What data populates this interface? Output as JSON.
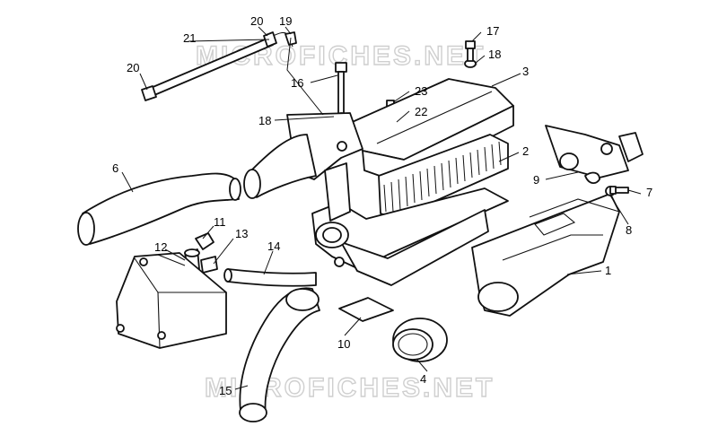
{
  "watermark": {
    "text": "MICROFICHES.NET"
  },
  "callouts": {
    "c1": "1",
    "c2": "2",
    "c3": "3",
    "c4": "4",
    "c6": "6",
    "c7": "7",
    "c8": "8",
    "c9": "9",
    "c10": "10",
    "c11": "11",
    "c12": "12",
    "c13": "13",
    "c14": "14",
    "c15": "15",
    "c16": "16",
    "c17": "17",
    "c18a": "18",
    "c18b": "18",
    "c19": "19",
    "c20a": "20",
    "c20b": "20",
    "c21": "21",
    "c22": "22",
    "c23": "23"
  },
  "colors": {
    "line": "#111111",
    "watermark": "#cfcfcf",
    "background": "#ffffff"
  }
}
